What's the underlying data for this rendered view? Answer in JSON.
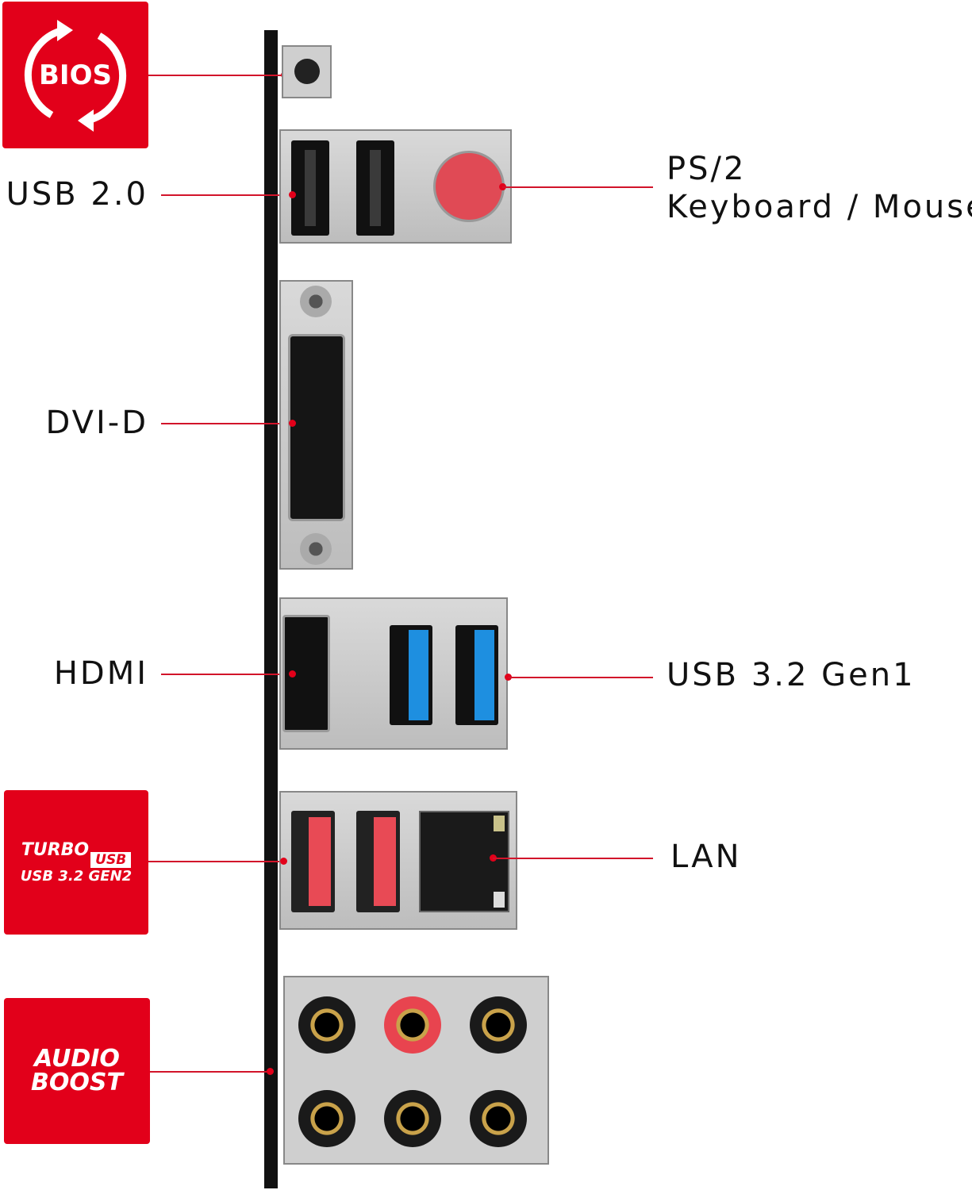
{
  "logos": {
    "bios": "BIOS",
    "turbo_usb": {
      "line1": "TURBO",
      "badge": "USB",
      "line2": "USB 3.2 GEN2"
    },
    "audio_boost": {
      "line1": "AUDIO",
      "line2": "BOOST"
    }
  },
  "labels": {
    "usb20": "USB 2.0",
    "ps2_line1": "PS/2",
    "ps2_line2": "Keyboard / Mouse",
    "dvid": "DVI-D",
    "hdmi": "HDMI",
    "usb32gen1": "USB 3.2 Gen1",
    "lan": "LAN"
  },
  "colors": {
    "accent": "#e2001a",
    "usb3": "#1e8fe0",
    "usb_gen2": "#e84a55"
  }
}
